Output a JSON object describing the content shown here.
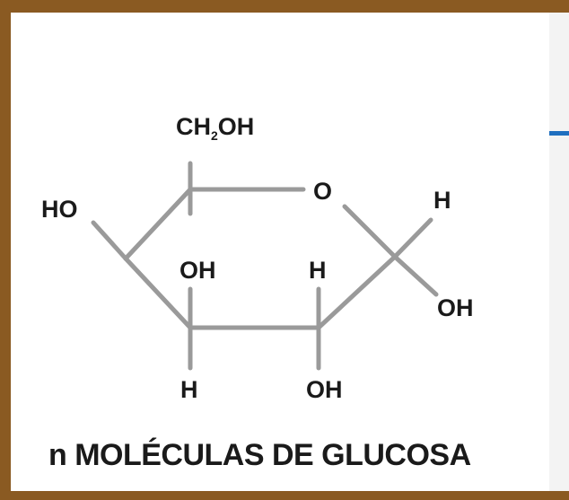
{
  "diagram": {
    "labels": {
      "ch2oh_main": "CH",
      "ch2oh_sub": "2",
      "ch2oh_tail": "OH",
      "ring_oxygen": "O",
      "left_ho": "HO",
      "right_h": "H",
      "right_oh": "OH",
      "inner_oh": "OH",
      "inner_h": "H",
      "bottom_h": "H",
      "bottom_oh": "OH"
    },
    "caption": "n MOLÉCULAS DE GLUCOSA"
  },
  "colors": {
    "frame": "#8a5a22",
    "accent": "#1f6fbf",
    "bond": "#9a9a9a",
    "text": "#1a1a1a"
  }
}
